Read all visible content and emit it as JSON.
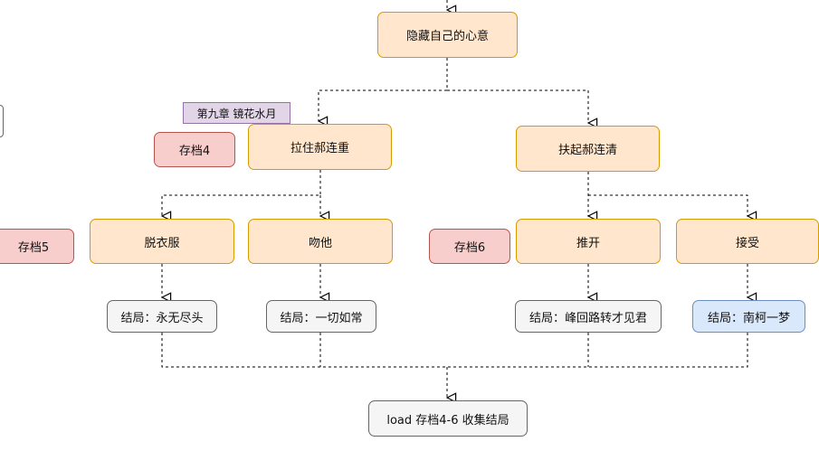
{
  "nodes": {
    "hide_feelings": "隐藏自己的心意",
    "chapter_label": "第九章 镜花水月",
    "pull_hao_lianzhong": "拉住郝连重",
    "help_hao_lianqing": "扶起郝连清",
    "save4": "存档4",
    "save5": "存档5",
    "save6": "存档6",
    "undress": "脱衣服",
    "kiss_him": "吻他",
    "push_away": "推开",
    "accept": "接受",
    "ending_endless": "结局：永无尽头",
    "ending_as_usual": "结局：一切如常",
    "ending_turn": "结局：峰回路转才见君",
    "ending_dream": "结局：南柯一梦",
    "load_collect": "load 存档4-6 收集结局"
  },
  "colors": {
    "choice_fill": "#ffe6cc",
    "choice_border": "#d79b00",
    "save_fill": "#f8cecc",
    "save_border": "#b85450",
    "ending_fill": "#f5f5f5",
    "ending_border": "#666666",
    "ending_highlight_fill": "#dae8fc",
    "ending_highlight_border": "#6c8ebf",
    "chapter_fill": "#e1d5e7",
    "chapter_border": "#9673a6"
  }
}
